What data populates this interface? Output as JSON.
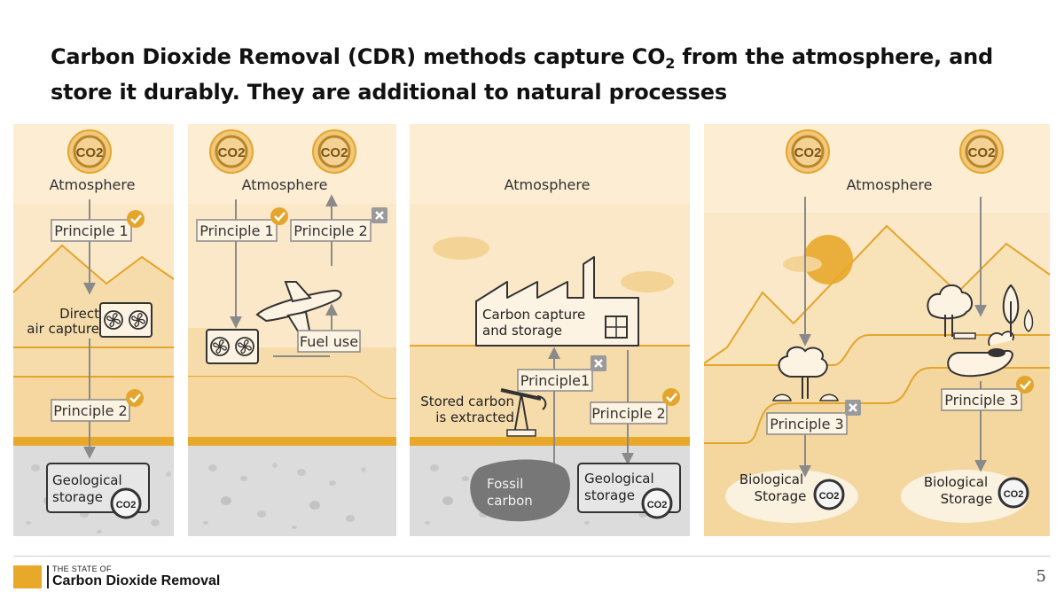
{
  "title": {
    "part1": "Carbon Dioxide Removal (CDR) methods capture CO",
    "sub": "2",
    "part2": " from the atmosphere, and store it durably. They are additional to natural processes"
  },
  "colors": {
    "accent": "#e8a92a",
    "check": "#e3a52c",
    "cross": "#9a9a9a",
    "sky": "#fbe8c8",
    "land": "#f6dcab",
    "rock": "#dcdcdc"
  },
  "co2_label": "CO2",
  "panels": {
    "p1": {
      "atmosphere": "Atmosphere",
      "principle1": "Principle 1",
      "dac_line1": "Direct",
      "dac_line2": "air capture",
      "principle2": "Principle 2",
      "storage_line1": "Geological",
      "storage_line2": "storage"
    },
    "p2": {
      "atmosphere": "Atmosphere",
      "principle1": "Principle 1",
      "principle2": "Principle 2",
      "fuel": "Fuel use"
    },
    "p3": {
      "atmosphere": "Atmosphere",
      "ccs_line1": "Carbon capture",
      "ccs_line2": "and storage",
      "principle1": "Principle1",
      "principle2": "Principle 2",
      "extract_line1": "Stored carbon",
      "extract_line2": "is extracted",
      "fossil_line1": "Fossil",
      "fossil_line2": "carbon",
      "storage_line1": "Geological",
      "storage_line2": "storage"
    },
    "p4": {
      "atmosphere": "Atmosphere",
      "principle3_left": "Principle 3",
      "principle3_right": "Principle 3",
      "bio_left_line1": "Biological",
      "bio_left_line2": "Storage",
      "bio_right_line1": "Biological",
      "bio_right_line2": "Storage"
    }
  },
  "footer": {
    "small": "THE STATE OF",
    "big": "Carbon Dioxide Removal",
    "page": "5"
  }
}
